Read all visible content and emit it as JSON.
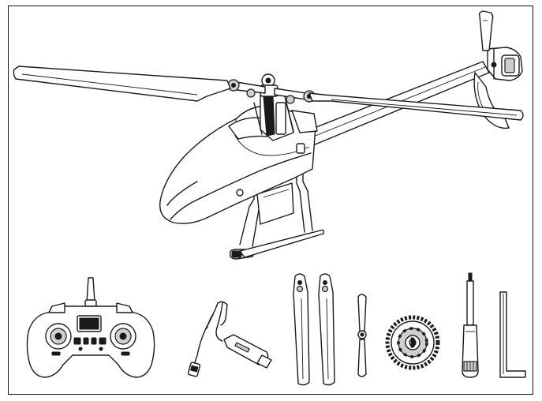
{
  "figure": {
    "main_item": "helicopter",
    "accessories": [
      "transmitter",
      "usb-charger",
      "main-blades",
      "tail-blade",
      "main-gear",
      "screwdriver",
      "hex-wrench"
    ]
  },
  "colors": {
    "line": "#1a1a1a",
    "background": "#ffffff",
    "fill_accent": "#cfcfcf"
  }
}
